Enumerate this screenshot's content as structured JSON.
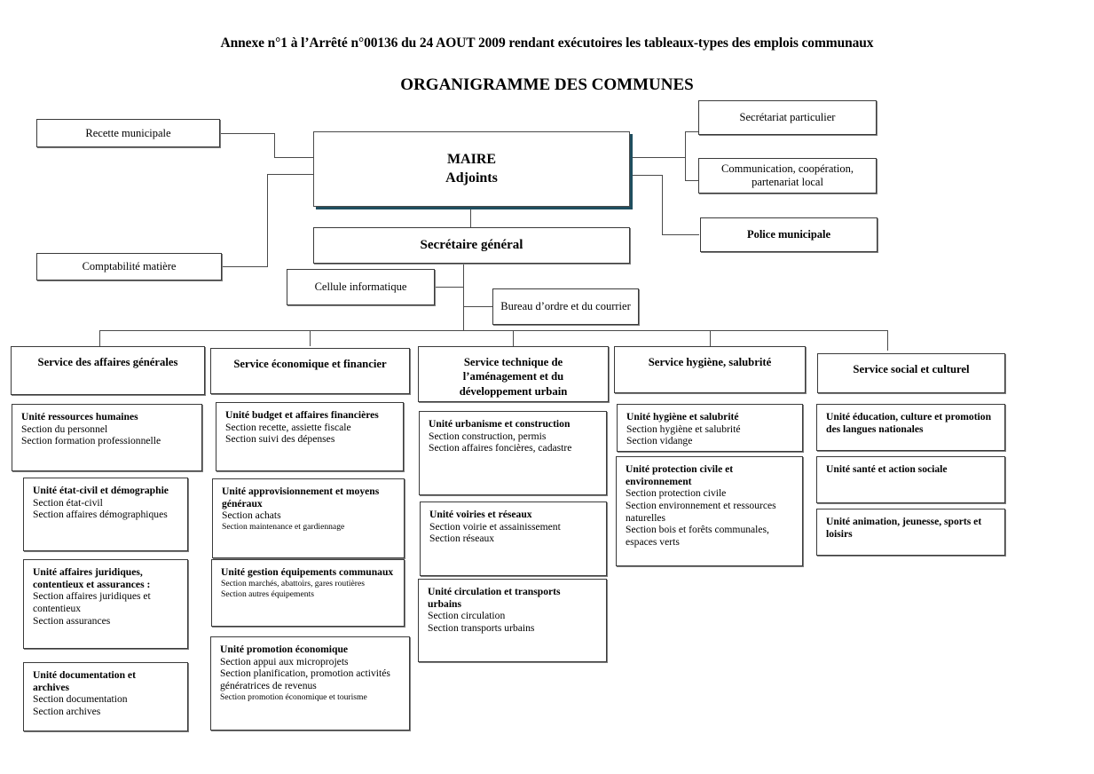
{
  "document": {
    "header_note": "Annexe n°1 à l’Arrêté n°00136 du 24 AOUT 2009 rendant exécutoires les tableaux-types des emplois communaux",
    "chart_title": "ORGANIGRAMME DES COMMUNES"
  },
  "colors": {
    "box_border": "#3a3a3a",
    "box_shadow": "#7d7d7d",
    "maire_shadow": "#1f4e5f",
    "line": "#4a4a4a",
    "background": "#ffffff",
    "text": "#000000"
  },
  "top": {
    "maire": "MAIRE\nAdjoints",
    "maire_line1": "MAIRE",
    "maire_line2": "Adjoints",
    "secretaire_general": "Secrétaire général",
    "recette_municipale": "Recette municipale",
    "comptabilite_matiere": "Comptabilité matière",
    "secretariat_particulier": "Secrétariat particulier",
    "communication": "Communication, coopération,\npartenariat local",
    "communication_line1": "Communication, coopération,",
    "communication_line2": "partenariat local",
    "police_municipale": "Police municipale",
    "cellule_informatique": "Cellule informatique",
    "bureau_ordre": "Bureau d’ordre et du courrier"
  },
  "services": [
    {
      "id": "affaires-generales",
      "title": "Service des affaires générales",
      "title_lines": [
        "Service des affaires générales"
      ],
      "units": [
        {
          "title": "Unité ressources humaines",
          "title_lines": [
            "Unité ressources humaines"
          ],
          "sections": [
            {
              "text": "Section du personnel",
              "small": false
            },
            {
              "text": "Section formation professionnelle",
              "small": false
            }
          ]
        },
        {
          "title": "Unité état-civil et démographie",
          "title_lines": [
            "Unité état-civil et démographie"
          ],
          "sections": [
            {
              "text": "Section état-civil",
              "small": false
            },
            {
              "text": "Section affaires démographiques",
              "small": false
            }
          ]
        },
        {
          "title": "Unité affaires juridiques, contentieux et assurances :",
          "title_lines": [
            "Unité affaires juridiques,",
            "contentieux et assurances :"
          ],
          "sections": [
            {
              "text": "Section affaires juridiques et contentieux",
              "small": false
            },
            {
              "text": "Section assurances",
              "small": false
            }
          ]
        },
        {
          "title": "Unité documentation et archives",
          "title_lines": [
            "Unité documentation et",
            "archives"
          ],
          "sections": [
            {
              "text": "Section documentation",
              "small": false
            },
            {
              "text": "Section archives",
              "small": false
            }
          ]
        }
      ]
    },
    {
      "id": "economique-financier",
      "title": "Service économique et financier",
      "title_lines": [
        "Service économique et financier"
      ],
      "units": [
        {
          "title": "Unité budget et affaires financières",
          "title_lines": [
            "Unité budget et affaires financières"
          ],
          "sections": [
            {
              "text": "Section recette, assiette fiscale",
              "small": false
            },
            {
              "text": "Section suivi des dépenses",
              "small": false
            }
          ]
        },
        {
          "title": "Unité approvisionnement et moyens généraux",
          "title_lines": [
            "Unité approvisionnement et moyens",
            "généraux"
          ],
          "sections": [
            {
              "text": "Section achats",
              "small": false
            },
            {
              "text": "Section maintenance et gardiennage",
              "small": true
            }
          ]
        },
        {
          "title": "Unité gestion équipements communaux",
          "title_lines": [
            "Unité gestion équipements communaux"
          ],
          "sections": [
            {
              "text": "Section marchés, abattoirs, gares routières",
              "small": true
            },
            {
              "text": "Section autres équipements",
              "small": true
            }
          ]
        },
        {
          "title": "Unité promotion économique",
          "title_lines": [
            "Unité promotion économique"
          ],
          "sections": [
            {
              "text": "Section appui aux microprojets",
              "small": false
            },
            {
              "text": "Section planification, promotion activités génératrices de revenus",
              "small": false
            },
            {
              "text": "Section promotion économique et tourisme",
              "small": true
            }
          ]
        }
      ]
    },
    {
      "id": "technique-amenagement",
      "title": "Service technique de l’aménagement et du développement urbain",
      "title_lines": [
        "Service technique de",
        "l’aménagement et du",
        "développement urbain"
      ],
      "units": [
        {
          "title": "Unité urbanisme et construction",
          "title_lines": [
            "Unité urbanisme et construction"
          ],
          "sections": [
            {
              "text": "Section construction, permis",
              "small": false
            },
            {
              "text": "Section affaires foncières, cadastre",
              "small": false
            }
          ]
        },
        {
          "title": "Unité voiries et réseaux",
          "title_lines": [
            "Unité voiries et réseaux"
          ],
          "sections": [
            {
              "text": "Section voirie et assainissement",
              "small": false
            },
            {
              "text": "Section réseaux",
              "small": false
            }
          ]
        },
        {
          "title": "Unité circulation et transports urbains",
          "title_lines": [
            "Unité circulation et transports",
            "urbains"
          ],
          "sections": [
            {
              "text": "Section circulation",
              "small": false
            },
            {
              "text": "Section transports urbains",
              "small": false
            }
          ]
        }
      ]
    },
    {
      "id": "hygiene-salubrite",
      "title": "Service hygiène, salubrité",
      "title_lines": [
        "Service hygiène, salubrité"
      ],
      "units": [
        {
          "title": "Unité hygiène et salubrité",
          "title_lines": [
            "Unité hygiène et salubrité"
          ],
          "sections": [
            {
              "text": "Section hygiène et salubrité",
              "small": false
            },
            {
              "text": "Section vidange",
              "small": false
            }
          ]
        },
        {
          "title": "Unité protection civile et environnement",
          "title_lines": [
            "Unité protection civile et",
            "environnement"
          ],
          "sections": [
            {
              "text": "Section protection civile",
              "small": false
            },
            {
              "text": "Section environnement et ressources naturelles",
              "small": false
            },
            {
              "text": "Section bois et forêts communales, espaces verts",
              "small": false
            }
          ]
        }
      ]
    },
    {
      "id": "social-culturel",
      "title": "Service social et culturel",
      "title_lines": [
        "Service social et culturel"
      ],
      "units": [
        {
          "title": "Unité éducation, culture et promotion des langues nationales",
          "title_lines": [
            "Unité éducation, culture et promotion",
            "des langues nationales"
          ],
          "sections": []
        },
        {
          "title": "Unité santé et action sociale",
          "title_lines": [
            "Unité santé et action sociale"
          ],
          "sections": []
        },
        {
          "title": "Unité animation, jeunesse, sports et loisirs",
          "title_lines": [
            "Unité animation, jeunesse, sports et",
            "loisirs"
          ],
          "sections": []
        }
      ]
    }
  ]
}
